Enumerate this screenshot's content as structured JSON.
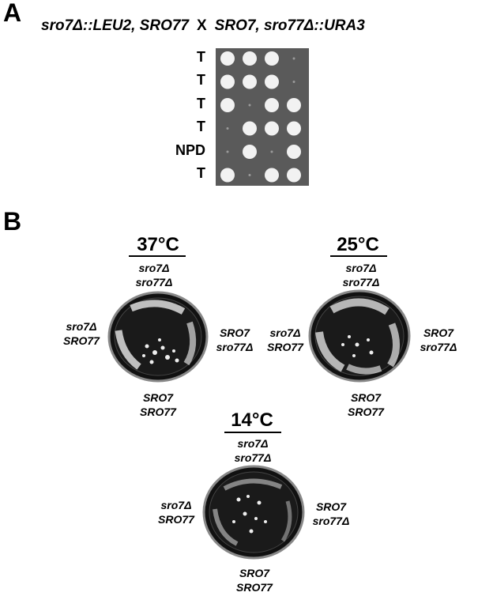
{
  "panel_a": {
    "letter": "A",
    "cross_left": "sro7Δ::LEU2, SRO77",
    "cross_x": "X",
    "cross_right": "SRO7, sro77Δ::URA3",
    "tetrad_labels": [
      "T",
      "T",
      "T",
      "T",
      "NPD",
      "T"
    ],
    "spore_growth": [
      [
        1,
        1,
        1,
        0
      ],
      [
        1,
        1,
        1,
        0
      ],
      [
        1,
        0,
        1,
        1
      ],
      [
        0,
        1,
        1,
        1
      ],
      [
        0,
        1,
        0,
        1
      ],
      [
        1,
        0,
        1,
        1
      ]
    ]
  },
  "panel_b": {
    "letter": "B",
    "plates": [
      {
        "temperature": "37°C",
        "top": [
          "sro7Δ",
          "sro77Δ"
        ],
        "left": [
          "sro7Δ",
          "SRO77"
        ],
        "right": [
          "SRO7",
          "sro77Δ"
        ],
        "bottom": [
          "SRO7",
          "SRO77"
        ]
      },
      {
        "temperature": "25°C",
        "top": [
          "sro7Δ",
          "sro77Δ"
        ],
        "left": [
          "sro7Δ",
          "SRO77"
        ],
        "right": [
          "SRO7",
          "sro77Δ"
        ],
        "bottom": [
          "SRO7",
          "SRO77"
        ]
      },
      {
        "temperature": "14°C",
        "top": [
          "sro7Δ",
          "sro77Δ"
        ],
        "left": [
          "sro7Δ",
          "SRO77"
        ],
        "right": [
          "SRO7",
          "sro77Δ"
        ],
        "bottom": [
          "SRO7",
          "SRO77"
        ]
      }
    ]
  }
}
